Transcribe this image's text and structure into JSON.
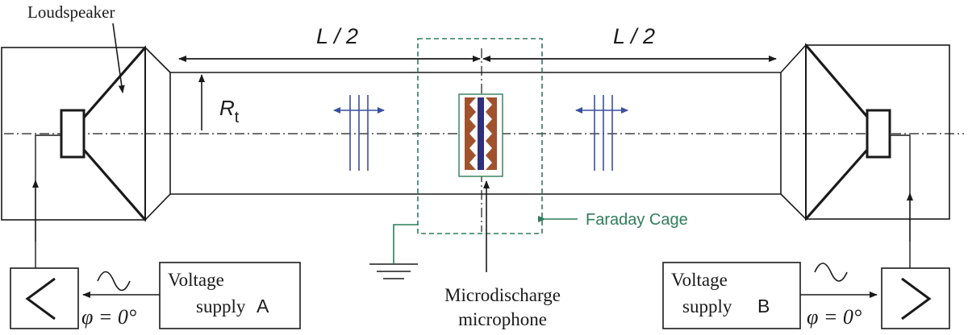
{
  "labels": {
    "loudspeaker": "Loudspeaker",
    "half_length_left": "L / 2",
    "half_length_right": "L / 2",
    "radius_symbol": "R",
    "radius_subscript": "t",
    "faraday_cage": "Faraday Cage",
    "microphone_line1": "Microdischarge",
    "microphone_line2": "microphone",
    "supply_a_line1": "Voltage",
    "supply_a_line2": "supply",
    "supply_a_letter": "A",
    "supply_b_line1": "Voltage",
    "supply_b_line2": "supply",
    "supply_b_letter": "B",
    "phase_left": "φ = 0°",
    "phase_right": "φ = 0°"
  },
  "colors": {
    "line": "#1a1a1a",
    "faraday": "#2e7d5b",
    "wave_arrows": "#3a4fa0",
    "electrode_fill": "#a0522d",
    "electrode_center": "#2f2f7a"
  },
  "icons": {
    "amplifier_left": "amplifier-triangle-left-icon",
    "amplifier_right": "amplifier-triangle-right-icon",
    "sine_left": "sine-wave-icon",
    "sine_right": "sine-wave-icon",
    "ground": "ground-symbol-icon"
  }
}
